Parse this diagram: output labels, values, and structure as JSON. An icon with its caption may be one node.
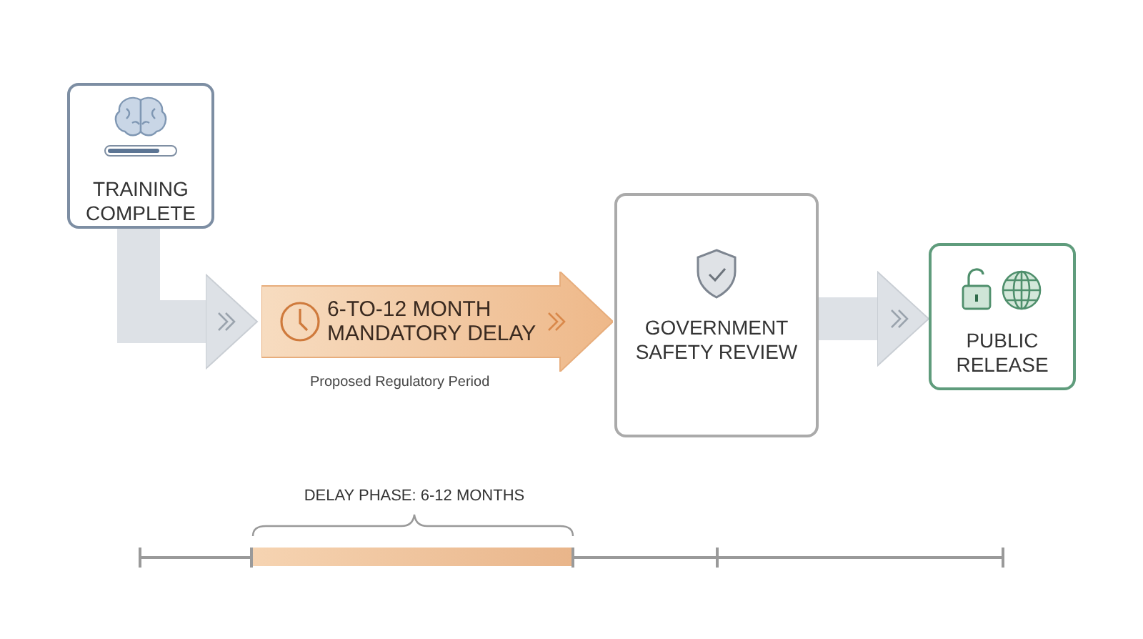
{
  "diagram": {
    "nodes": [
      {
        "text": [
          "TRAINING COMPLETE"
        ]
      },
      {
        "text": [
          "6-TO-12 MONTH MANDATORY DELAY"
        ],
        "beside": [
          "Proposed Regulatory Period"
        ]
      },
      {
        "text": [
          "GOVERNMENT SAFETY REVIEW"
        ]
      },
      {
        "text": [
          "PUBLIC RELEASE"
        ]
      }
    ],
    "edges": [
      {
        "from": 0,
        "to": 1,
        "arrow": "to"
      },
      {
        "from": 2,
        "to": 3,
        "arrow": "to"
      }
    ],
    "labels": [
      "DELAY PHASE: 6-12 MONTHS"
    ]
  }
}
